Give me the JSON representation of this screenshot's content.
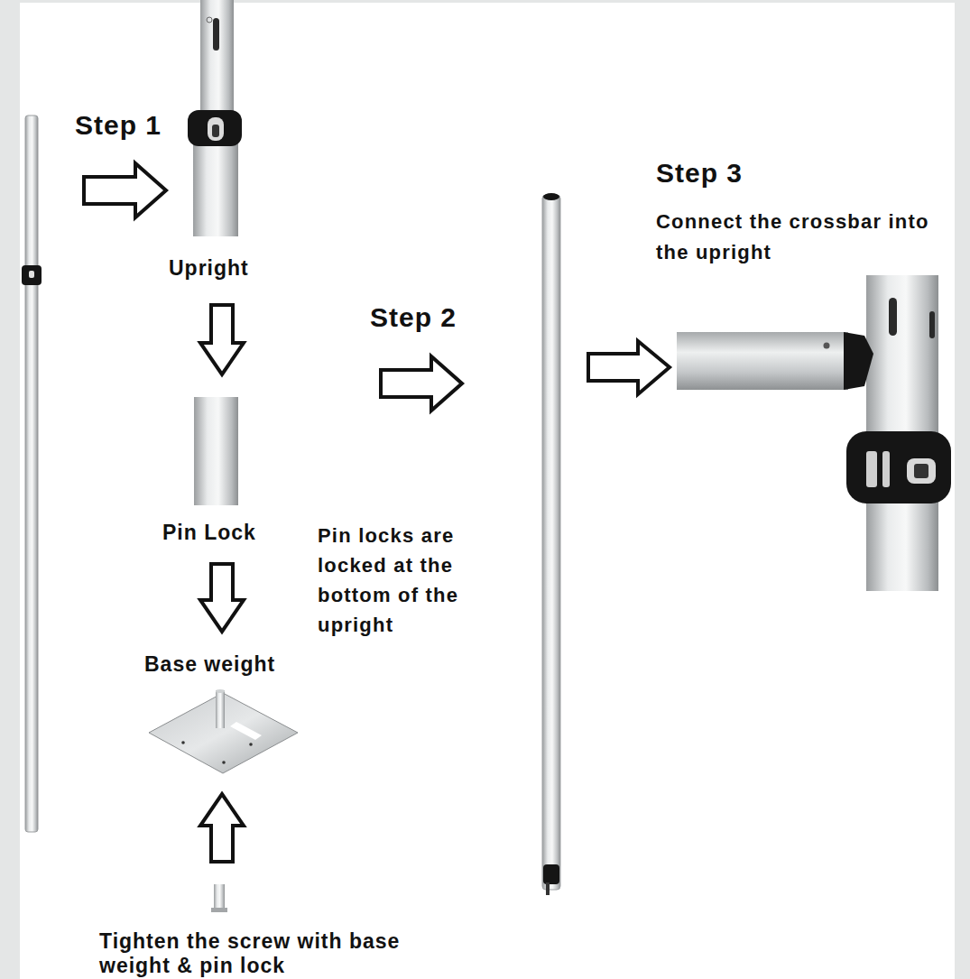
{
  "diagram": {
    "labels": [
      "Step 1",
      "Upright",
      "Pin Lock",
      "Pin locks are locked at the bottom of the upright",
      "Base weight",
      "Tighten the screw with base weight & pin lock",
      "Step 2",
      "Step 3",
      "Connect the crossbar into the upright"
    ]
  }
}
